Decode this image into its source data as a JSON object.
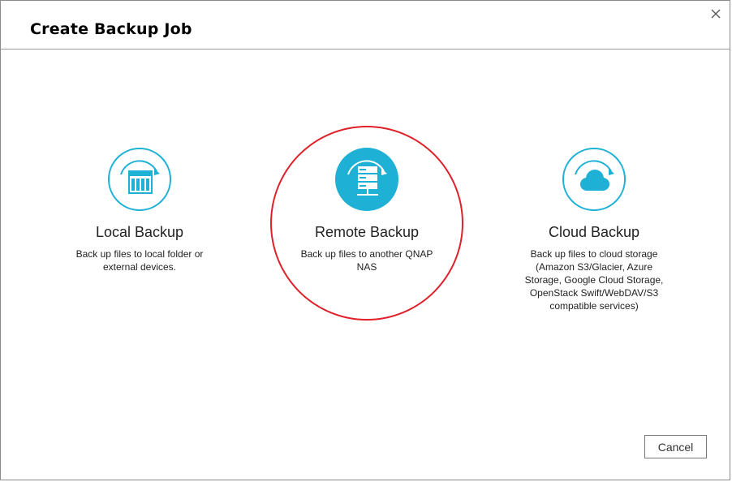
{
  "dialog": {
    "title": "Create Backup Job",
    "close_icon": "close-icon",
    "cancel_label": "Cancel"
  },
  "options": [
    {
      "label": "Local Backup",
      "description": "Back up files to local folder or external devices.",
      "icon": "nas-device-icon",
      "style": "outline"
    },
    {
      "label": "Remote Backup",
      "description": "Back up files to another QNAP NAS",
      "icon": "server-rack-icon",
      "style": "filled",
      "highlighted": true
    },
    {
      "label": "Cloud Backup",
      "description": "Back up files to cloud storage (Amazon S3/Glacier, Azure Storage, Google Cloud Storage, OpenStack Swift/WebDAV/S3 compatible services)",
      "icon": "cloud-icon",
      "style": "outline"
    }
  ],
  "colors": {
    "accent": "#1fb1d5",
    "highlight_ring": "#e0202a",
    "text": "#222222"
  }
}
